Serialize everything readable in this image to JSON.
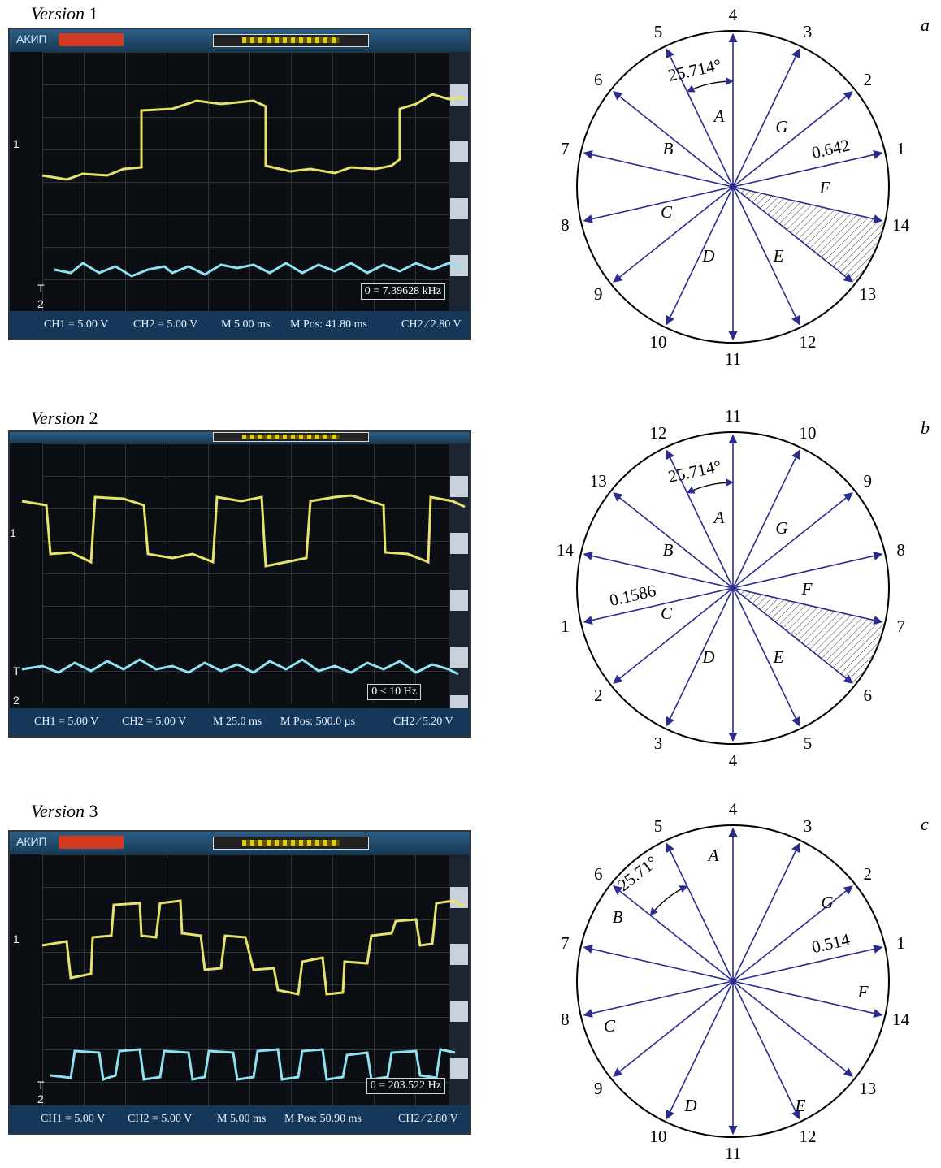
{
  "panels": [
    {
      "version_word": "Version",
      "version_num": "1",
      "letter": "a",
      "scope": {
        "brand": "АКИП",
        "ch1": "CH1 = 5.00 V",
        "ch2": "CH2 = 5.00 V",
        "time": "M 5.00 ms",
        "pos": "M Pos: 41.80 ms",
        "trig": "CH2 ⁄ 2.80 V",
        "freq": "0 = 7.39628 kHz",
        "marker_1": "1",
        "marker_t": "T",
        "marker_2": "2"
      },
      "circle": {
        "numbers": [
          "4",
          "3",
          "2",
          "1",
          "14",
          "13",
          "12",
          "11",
          "10",
          "9",
          "8",
          "7",
          "6",
          "5"
        ],
        "letters": [
          "A",
          "G",
          "F",
          "E",
          "D",
          "C",
          "B"
        ],
        "angle_label": "25.714°",
        "ratio_label": "0.642"
      }
    },
    {
      "version_word": "Version",
      "version_num": "2",
      "letter": "b",
      "scope": {
        "brand": "",
        "ch1": "CH1 = 5.00 V",
        "ch2": "CH2 = 5.00 V",
        "time": "M 25.0 ms",
        "pos": "M Pos: 500.0 µs",
        "trig": "CH2 ⁄ 5.20 V",
        "freq": "0 < 10 Hz",
        "marker_1": "1",
        "marker_t": "T",
        "marker_2": "2"
      },
      "circle": {
        "numbers": [
          "11",
          "10",
          "9",
          "8",
          "7",
          "6",
          "5",
          "4",
          "3",
          "2",
          "1",
          "14",
          "13",
          "12"
        ],
        "letters": [
          "A",
          "G",
          "F",
          "E",
          "D",
          "C",
          "B"
        ],
        "angle_label": "25.714°",
        "ratio_label": "0.1586"
      }
    },
    {
      "version_word": "Version",
      "version_num": "3",
      "letter": "c",
      "scope": {
        "brand": "АКИП",
        "ch1": "CH1 = 5.00 V",
        "ch2": "CH2 = 5.00 V",
        "time": "M 5.00 ms",
        "pos": "M Pos: 50.90 ms",
        "trig": "CH2 ⁄ 2.80 V",
        "freq": "0 = 203.522 Hz",
        "marker_1": "1",
        "marker_t": "T",
        "marker_2": "2"
      },
      "circle": {
        "numbers": [
          "4",
          "3",
          "2",
          "1",
          "14",
          "13",
          "12",
          "11",
          "10",
          "9",
          "8",
          "7",
          "6",
          "5"
        ],
        "letters": [
          "A",
          "G",
          "F",
          "E",
          "D",
          "C",
          "B"
        ],
        "angle_label": "25.71°",
        "ratio_label": "0.514"
      }
    }
  ],
  "colors": {
    "arrow": "#2c2c8c",
    "ch1_trace": "#e9e26a",
    "ch2_trace": "#8fe3f0",
    "scope_bg": "#0b0f14"
  }
}
